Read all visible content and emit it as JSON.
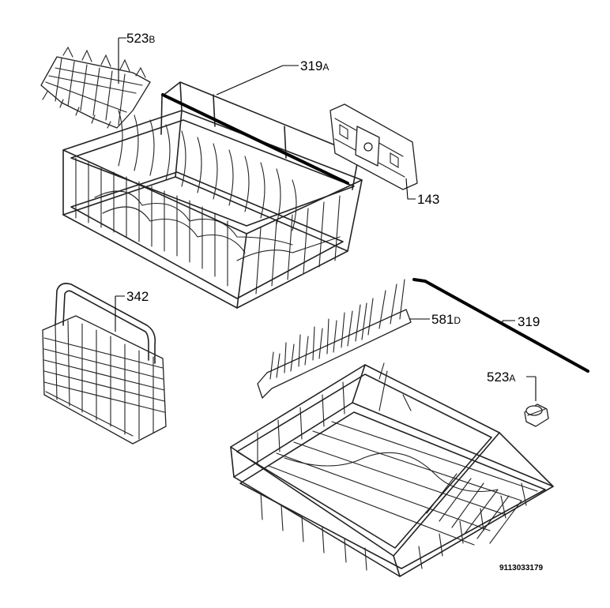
{
  "parts": [
    {
      "id": "523b",
      "number": "523",
      "suffix": "B"
    },
    {
      "id": "319a",
      "number": "319",
      "suffix": "A"
    },
    {
      "id": "143",
      "number": "143",
      "suffix": ""
    },
    {
      "id": "342",
      "number": "342",
      "suffix": ""
    },
    {
      "id": "581d",
      "number": "581",
      "suffix": "D"
    },
    {
      "id": "319",
      "number": "319",
      "suffix": ""
    },
    {
      "id": "523a",
      "number": "523",
      "suffix": "A"
    }
  ],
  "document_number": "9113033179"
}
